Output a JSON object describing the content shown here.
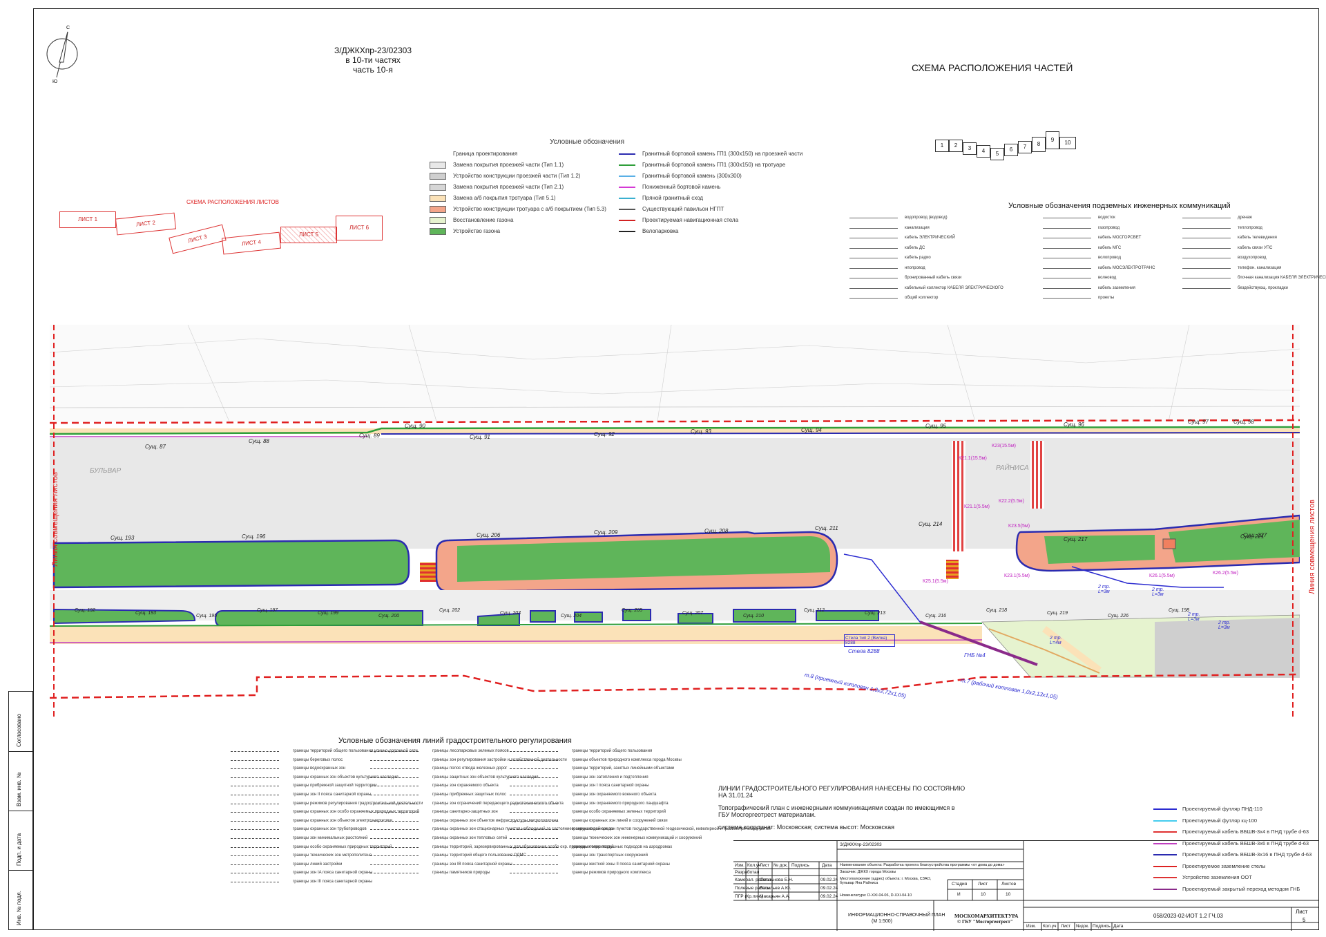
{
  "header": {
    "doc_code": "З/ДЖКХпр-23/02303",
    "parts_line": "в 10-ти частях",
    "part_line": "часть 10-я",
    "compass_north": "С",
    "compass_south": "Ю"
  },
  "parts_scheme": {
    "title": "СХЕМА РАСПОЛОЖЕНИЯ ЧАСТЕЙ",
    "cells": [
      "1",
      "2",
      "3",
      "4",
      "5",
      "6",
      "7",
      "8",
      "9",
      "10"
    ]
  },
  "sheets_scheme": {
    "title": "СХЕМА РАСПОЛОЖЕНИЯ ЛИСТОВ",
    "sheets": [
      "ЛИСТ 1",
      "ЛИСТ 2",
      "ЛИСТ 3",
      "ЛИСТ 4",
      "ЛИСТ 5",
      "ЛИСТ 6"
    ]
  },
  "legend": {
    "title": "Условные обозначения",
    "left_items": [
      {
        "label": "Граница проектирования",
        "color": "#ffffff"
      },
      {
        "label": "Замена покрытия проезжей части (Тип 1.1)",
        "color": "#e8e8e8"
      },
      {
        "label": "Устройство конструкции проезжей части (Тип 1.2)",
        "color": "#cfcfcf"
      },
      {
        "label": "Замена покрытия проезжей части (Тип 2.1)",
        "color": "#d6d6d6"
      },
      {
        "label": "Замена а/б покрытия тротуара (Тип 5.1)",
        "color": "#fbe2b8"
      },
      {
        "label": "Устройство конструкции тротуара с а/б покрытием (Тип 5.3)",
        "color": "#f3a58a"
      },
      {
        "label": "Восстановление газона",
        "color": "#e6f3cf"
      },
      {
        "label": "Устройство газона",
        "color": "#5fb55a"
      }
    ],
    "right_items": [
      {
        "label": "Гранитный бортовой камень ГП1 (300х150) на проезжей части",
        "color": "#2b2bb0"
      },
      {
        "label": "Гранитный бортовой камень ГП1 (300х150) на тротуаре",
        "color": "#2f9e3a"
      },
      {
        "label": "Гранитный бортовой камень (300х300)",
        "color": "#5ab0e6"
      },
      {
        "label": "Пониженный бортовой камень",
        "color": "#d43ad4"
      },
      {
        "label": "Пряной гранитный сход",
        "color": "#3ab0d0"
      },
      {
        "label": "Существующий павильон НГПТ",
        "color": "#555555"
      },
      {
        "label": "Проектируемая навигационная стела",
        "color": "#d22222"
      },
      {
        "label": "Велопарковка",
        "color": "#222222"
      }
    ]
  },
  "underground_legend": {
    "title": "Условные обозначения подземных инженерных коммуникаций",
    "col1": [
      "водопровод (водовод)",
      "канализация",
      "кабель ЭЛЕКТРИЧЕСКИЙ",
      "кабель ДС",
      "кабель радио",
      "нпопровод",
      "бронированный кабель связи",
      "кабельный коллектор КАБЕЛЯ ЭЛЕКТРИЧЕСКОГО",
      "общий коллектор"
    ],
    "col2": [
      "водосток",
      "газопровод",
      "кабель МОСГОРСВЕТ",
      "кабель МГС",
      "волопровод",
      "кабель МОСЭЛЕКТРОТРАНС",
      "волновод",
      "кабель заземления",
      "проекты"
    ],
    "col3": [
      "дренаж",
      "теплопровод",
      "кабель телевидения",
      "кабель связи УПС",
      "воздухопровод",
      "телефон. канализация",
      "блочная канализация КАБЕЛЯ ЭЛЕКТРИЧЕСКОГО",
      "бездействующ. прокладки"
    ]
  },
  "regulation_legend": {
    "title": "Условные обозначения линий градостроительного регулирования",
    "col1": [
      "границы территорий общего пользования улично-дорожной сети",
      "границы береговых полос",
      "границы водоохранных зон",
      "границы охранных зон объектов культурного наследия",
      "границы прибрежной защитной территории",
      "границы зон II пояса санитарной охраны",
      "границы режимов регулирования градостроительной деятельности",
      "границы охранных зон особо охраняемых природных территорий",
      "границы охранных зон объектов электроэнергетики",
      "границы охранных зон трубопроводов",
      "границы зон минимальных расстояний",
      "границы особо охраняемых природных территорий",
      "границы технических зон метрополитена",
      "границы линий застройки",
      "границы зон IA пояса санитарной охраны",
      "границы зон III пояса санитарной охраны"
    ],
    "col2": [
      "границы лесопарковых зеленых поясов",
      "границы зон регулирования застройки и хозяйственной деятельности",
      "границы полос отвода железных дорог",
      "границы защитных зон объектов культурного наследия",
      "границы зон охраняемого объекта",
      "границы прибрежных защитных полос",
      "границы зон ограничений передающего радиотехнического объекта",
      "границы санитарно-защитных зон",
      "границы охранных зон объектов инфраструктуры метрополитена",
      "границы охранных зон стационарных пунктов наблюдений за состоянием окружающей среды",
      "границы охранных зон тепловых сетей",
      "границы территорий, зарезервированных для образования особо охр. природных территорий",
      "границы территорий общего пользования ОДМС",
      "границы зон IB пояса санитарной охраны",
      "границы памятников природы"
    ],
    "col3": [
      "границы территорий общего пользования",
      "границы объектов природного комплекса города Москвы",
      "границы территорий, занятых линейными объектами",
      "границы зон затопления и подтопления",
      "границы зон I пояса санитарной охраны",
      "границы зон охраняемого военного объекта",
      "границы зон охраняемого природного ландшафта",
      "границы особо охраняемых зеленых территорий",
      "границы охранных зон линий и сооружений связи",
      "границы охранных зон пунктов государственной геодезической, нивелирной и гравиметрической сетей",
      "границы технических зон инженерных коммуникаций и сооружений",
      "границы полос воздушных подходов на аэродромах",
      "границы зон транспортных сооружений",
      "границы жесткой зоны II пояса санитарной охраны",
      "границы режимов природного комплекса"
    ]
  },
  "notes": {
    "line1": "ЛИНИИ ГРАДОСТРОИТЕЛЬНОГО РЕГУЛИРОВАНИЯ НАНЕСЕНЫ ПО СОСТОЯНИЮ",
    "line2": "НА 31.01.24",
    "line3": "Топографический план с инженерными коммуникациями создан по имеющимся в",
    "line4": "ГБУ Мосгоргеотрест материалам.",
    "line5": "система координат: Московская; система высот: Московская"
  },
  "right_legend": [
    {
      "label": "Проектируемый футляр ПНД-110",
      "color": "#2b2bd0"
    },
    {
      "label": "Проектируемый футляр кц-100",
      "color": "#44ccee"
    },
    {
      "label": "Проектируемый кабель ВБШВ-3х4 в ПНД трубе d-63",
      "color": "#e03030"
    },
    {
      "label": "Проектируемый кабель ВБШВ-3х6 в ПНД трубе d-63",
      "color": "#c040c0"
    },
    {
      "label": "Проектируемый кабель ВБШВ-3х16 в ПНД трубе d-63",
      "color": "#2a2ab0"
    },
    {
      "label": "Проектируемое заземление стелы",
      "color": "#d22"
    },
    {
      "label": "Устройство заземления ООТ",
      "color": "#d33"
    },
    {
      "label": "Проектируемый закрытый переход методом ГНБ",
      "color": "#8a2a8a"
    }
  ],
  "stamp": {
    "code_top": "З/ДЖКХпр-23/02303",
    "headers": [
      "Изм.",
      "Кол.уч",
      "Лист",
      "№ док.",
      "Подпись",
      "Дата"
    ],
    "roles": [
      {
        "role": "Разработал",
        "name": "",
        "date": ""
      },
      {
        "role": "Камерал. работы",
        "name": "Смольнова Е.Н.",
        "date": "09.02.24"
      },
      {
        "role": "Полевые работы",
        "name": "Васильев А.Ю.",
        "date": "09.02.24"
      },
      {
        "role": "ПГР (Кр.лин.)",
        "name": "Макарьян А.А.",
        "date": "09.02.24"
      }
    ],
    "object_line": "Наименование объекта: Разработка проекта благоустройства программы «от дома до дома»",
    "customer_line": "Заказчик: ДЖКХ города Москвы",
    "address_line": "Местоположение (адрес) объекта: г. Москва, СЗАО, бульвар Яна Райниса",
    "nomenclature_line": "Номенклатура: D-XXI-04-06, D-XXI-04-10",
    "stage_header": "Стадия",
    "sheet_header": "Лист",
    "sheets_header": "Листов",
    "stage": "И",
    "sheet": "10",
    "sheets": "10",
    "plan_title": "ИНФОРМАЦИОННО-СПРАВОЧНЫЙ ПЛАН",
    "plan_scale": "(М 1:500)",
    "org_line1": "МОСКОМАРХИТЕКТУРА",
    "org_line2": "© ГБУ \"Мосгоргеотрест\"",
    "doc_number": "058/2023-02-ИОТ 1.2 ГЧ.03",
    "page_label": "Лист",
    "page_number": "5",
    "bottom_headers": [
      "Изм.",
      "Кол.уч",
      "Лист",
      "№док.",
      "Подпись",
      "Дата"
    ]
  },
  "side_strip": [
    "Согласовано",
    "Взам. инв. №",
    "Подп. и дата",
    "Инв. № подл."
  ],
  "map": {
    "side_line_label": "Линия совмещения листов",
    "street": "РАЙНИСА",
    "bulvar": "БУЛЬВАР",
    "wells": [
      "Сущ. 87",
      "Сущ. 88",
      "Сущ. 89",
      "Сущ. 90",
      "Сущ. 91",
      "Сущ. 92",
      "Сущ. 93",
      "Сущ. 94",
      "Сущ. 95",
      "Сущ. 96",
      "Сущ. 97",
      "Сущ. 98"
    ],
    "island_labels": [
      "Сущ. 193",
      "Сущ. 196",
      "Сущ. 206",
      "Сущ. 209",
      "Сущ. 208",
      "Сущ. 211",
      "Сущ. 214",
      "Сущ. 217",
      "Сущ. 221",
      "Сущ. 227"
    ],
    "lower_labels": [
      "Сущ. 192",
      "Сущ. 193",
      "Сущ. 195",
      "Сущ. 197",
      "Сущ. 199",
      "Сущ. 200",
      "Сущ. 202",
      "Сущ. 203",
      "Сущ. 204",
      "Сущ. 205",
      "Сущ. 207",
      "Сущ. 210",
      "Сущ. 212",
      "Сущ. 213",
      "Сущ. 216",
      "Сущ. 218",
      "Сущ. 219",
      "Сущ. 226",
      "Сущ. 198"
    ],
    "crosswalk_labels": [
      "К21.1(15.5м)",
      "К23(15.5м)",
      "К21.1(5.5м)",
      "К22.2(5.5м)",
      "К25.1(5.5м)",
      "К23.1(5.5м)",
      "К26.1(5.5м)",
      "К26.2(5.5м)",
      "К23.5(5м)"
    ],
    "pipe_labels": [
      "2 тр. L=3м",
      "2 тр. L=3м",
      "2 тр. L=4м",
      "2 тр. L=3м",
      "2 тр. L=3м"
    ],
    "stela_labels": [
      "Стела тип 2 (Вилка) 8288",
      "Стела 8288"
    ],
    "gnb_label": "ГНБ №4",
    "pit1": "т.8 (приемный котлован 1,0х2,72х1,05)",
    "pit2": "т.7 (рабочий котлован 1,0х2,13х1,05)"
  }
}
